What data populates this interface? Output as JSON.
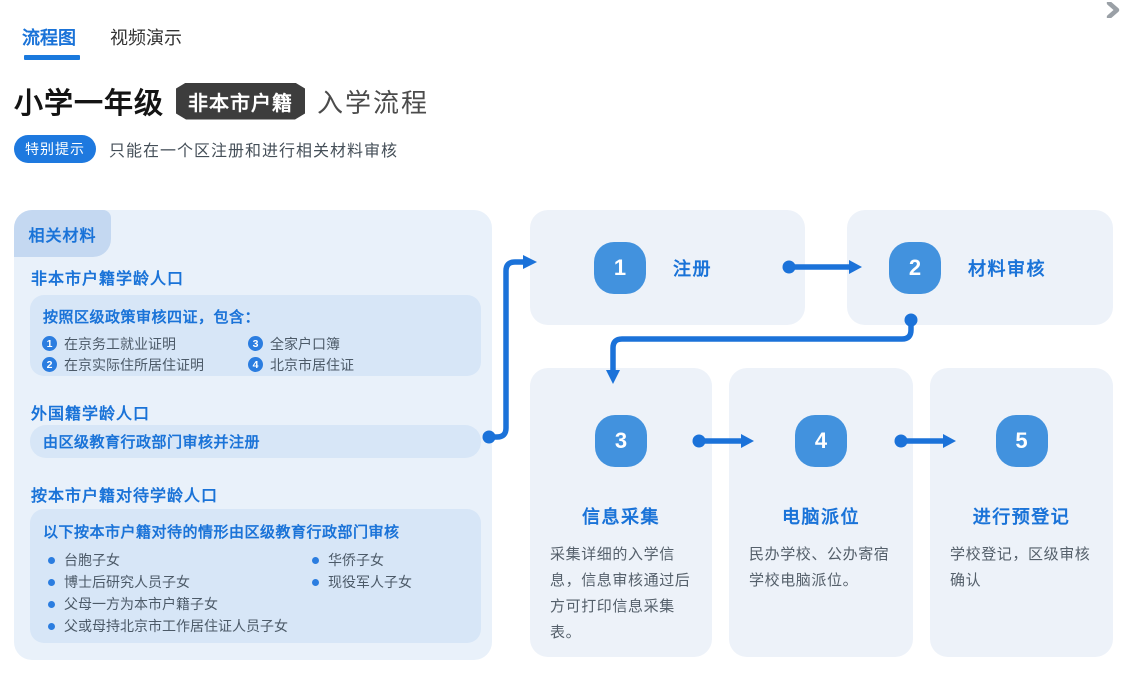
{
  "tabs": [
    {
      "label": "流程图",
      "active": true
    },
    {
      "label": "视频演示",
      "active": false
    }
  ],
  "header": {
    "title_main": "小学一年级",
    "title_badge": "非本市户籍",
    "title_suffix": "入学流程",
    "tip_badge": "特别提示",
    "tip_text": "只能在一个区注册和进行相关材料审核"
  },
  "materials_panel": {
    "tag": "相关材料",
    "sections": [
      {
        "heading": "非本市户籍学龄人口",
        "box": {
          "title": "按照区级政策审核四证，包含：",
          "numbered_items": [
            {
              "num": "1",
              "text": "在京务工就业证明"
            },
            {
              "num": "2",
              "text": "在京实际住所居住证明"
            },
            {
              "num": "3",
              "text": "全家户口簿"
            },
            {
              "num": "4",
              "text": "北京市居住证"
            }
          ]
        }
      },
      {
        "heading": "外国籍学龄人口",
        "box": {
          "title": "由区级教育行政部门审核并注册"
        }
      },
      {
        "heading": "按本市户籍对待学龄人口",
        "box": {
          "title": "以下按本市户籍对待的情形由区级教育行政部门审核",
          "bullet_items": [
            "台胞子女",
            "博士后研究人员子女",
            "父母一方为本市户籍子女",
            "父或母持北京市工作居住证人员子女",
            "华侨子女",
            "现役军人子女"
          ]
        }
      }
    ]
  },
  "flow": {
    "steps": [
      {
        "num": "1",
        "label": "注册",
        "desc": ""
      },
      {
        "num": "2",
        "label": "材料审核",
        "desc": ""
      },
      {
        "num": "3",
        "label": "信息采集",
        "desc": "采集详细的入学信息，信息审核通过后方可打印信息采集表。"
      },
      {
        "num": "4",
        "label": "电脑派位",
        "desc": "民办学校、公办寄宿学校电脑派位。"
      },
      {
        "num": "5",
        "label": "进行预登记",
        "desc": "学校登记，区级审核确认"
      }
    ]
  },
  "colors": {
    "accent_blue": "#1a73d8",
    "arrow_blue": "#1b72d9",
    "step_circle_blue": "#4292de",
    "item_circle_blue": "#2b7de0",
    "panel_bg": "#e9f1fa",
    "inner_box_bg": "#d7e6f7",
    "panel_tag_bg": "#c4d8f1",
    "flow_box_bg": "#edf2f9",
    "title_badge_bg": "#3d3d3d",
    "tip_badge_bg": "#1e79df",
    "body_text": "#4c5a68"
  }
}
